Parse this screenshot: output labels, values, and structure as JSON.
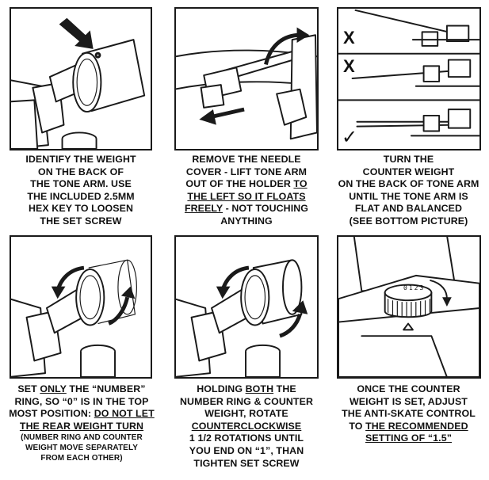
{
  "steps": [
    {
      "id": "identify-weight",
      "lines": [
        {
          "segments": [
            {
              "text": "IDENTIFY THE WEIGHT",
              "underline": false
            }
          ]
        },
        {
          "segments": [
            {
              "text": "ON THE BACK OF",
              "underline": false
            }
          ]
        },
        {
          "segments": [
            {
              "text": "THE TONE ARM. USE",
              "underline": false
            }
          ]
        },
        {
          "segments": [
            {
              "text": "THE INCLUDED 2.5MM",
              "underline": false
            }
          ]
        },
        {
          "segments": [
            {
              "text": "HEX KEY TO LOOSEN",
              "underline": false
            }
          ]
        },
        {
          "segments": [
            {
              "text": "THE SET SCREW",
              "underline": false
            }
          ]
        }
      ]
    },
    {
      "id": "remove-needle-cover",
      "lines": [
        {
          "segments": [
            {
              "text": "REMOVE THE NEEDLE",
              "underline": false
            }
          ]
        },
        {
          "segments": [
            {
              "text": "COVER - LIFT TONE ARM",
              "underline": false
            }
          ]
        },
        {
          "segments": [
            {
              "text": "OUT OF THE HOLDER ",
              "underline": false
            },
            {
              "text": "TO",
              "underline": true
            }
          ]
        },
        {
          "segments": [
            {
              "text": "THE LEFT SO IT FLOATS",
              "underline": true
            }
          ]
        },
        {
          "segments": [
            {
              "text": "FREELY",
              "underline": true
            },
            {
              "text": " - NOT TOUCHING",
              "underline": false
            }
          ]
        },
        {
          "segments": [
            {
              "text": "ANYTHING",
              "underline": false
            }
          ]
        }
      ]
    },
    {
      "id": "turn-counter-weight",
      "lines": [
        {
          "segments": [
            {
              "text": "TURN THE",
              "underline": false
            }
          ]
        },
        {
          "segments": [
            {
              "text": "COUNTER WEIGHT",
              "underline": false
            }
          ]
        },
        {
          "segments": [
            {
              "text": "ON THE BACK OF TONE ARM",
              "underline": false
            }
          ]
        },
        {
          "segments": [
            {
              "text": "UNTIL THE TONE ARM IS",
              "underline": false
            }
          ]
        },
        {
          "segments": [
            {
              "text": "FLAT AND BALANCED",
              "underline": false
            }
          ]
        },
        {
          "segments": [
            {
              "text": "(SEE BOTTOM PICTURE)",
              "underline": false
            }
          ]
        }
      ]
    },
    {
      "id": "set-number-ring",
      "lines": [
        {
          "segments": [
            {
              "text": "SET ",
              "underline": false
            },
            {
              "text": "ONLY",
              "underline": true
            },
            {
              "text": " THE “NUMBER”",
              "underline": false
            }
          ]
        },
        {
          "segments": [
            {
              "text": "RING, SO “0” IS IN THE TOP",
              "underline": false
            }
          ]
        },
        {
          "segments": [
            {
              "text": "MOST POSITION: ",
              "underline": false
            },
            {
              "text": "DO NOT LET",
              "underline": true
            }
          ]
        },
        {
          "segments": [
            {
              "text": "THE REAR WEIGHT TURN",
              "underline": true
            }
          ]
        },
        {
          "small": true,
          "segments": [
            {
              "text": "(NUMBER RING AND COUNTER",
              "underline": false
            }
          ]
        },
        {
          "small": true,
          "segments": [
            {
              "text": "WEIGHT MOVE SEPARATELY",
              "underline": false
            }
          ]
        },
        {
          "small": true,
          "segments": [
            {
              "text": "FROM EACH OTHER)",
              "underline": false
            }
          ]
        }
      ]
    },
    {
      "id": "rotate-both",
      "lines": [
        {
          "segments": [
            {
              "text": "HOLDING ",
              "underline": false
            },
            {
              "text": "BOTH",
              "underline": true
            },
            {
              "text": " THE",
              "underline": false
            }
          ]
        },
        {
          "segments": [
            {
              "text": "NUMBER RING & COUNTER",
              "underline": false
            }
          ]
        },
        {
          "segments": [
            {
              "text": "WEIGHT, ROTATE",
              "underline": false
            }
          ]
        },
        {
          "segments": [
            {
              "text": "COUNTERCLOCKWISE",
              "underline": true
            }
          ]
        },
        {
          "segments": [
            {
              "text": "1 1/2 ROTATIONS UNTIL",
              "underline": false
            }
          ]
        },
        {
          "segments": [
            {
              "text": "YOU END ON “1”, THAN",
              "underline": false
            }
          ]
        },
        {
          "segments": [
            {
              "text": "TIGHTEN SET SCREW",
              "underline": false
            }
          ]
        }
      ]
    },
    {
      "id": "adjust-anti-skate",
      "lines": [
        {
          "segments": [
            {
              "text": "ONCE THE COUNTER",
              "underline": false
            }
          ]
        },
        {
          "segments": [
            {
              "text": "WEIGHT IS SET, ADJUST",
              "underline": false
            }
          ]
        },
        {
          "segments": [
            {
              "text": "THE ANTI-SKATE CONTROL",
              "underline": false
            }
          ]
        },
        {
          "segments": [
            {
              "text": "TO ",
              "underline": false
            },
            {
              "text": "THE RECOMMENDED",
              "underline": true
            }
          ]
        },
        {
          "segments": [
            {
              "text": "SETTING OF “1.5”",
              "underline": true
            }
          ]
        }
      ]
    }
  ],
  "balance_marks": [
    "X",
    "X",
    "✓"
  ],
  "dial_numbers": [
    "0",
    "1",
    "2",
    "3"
  ]
}
